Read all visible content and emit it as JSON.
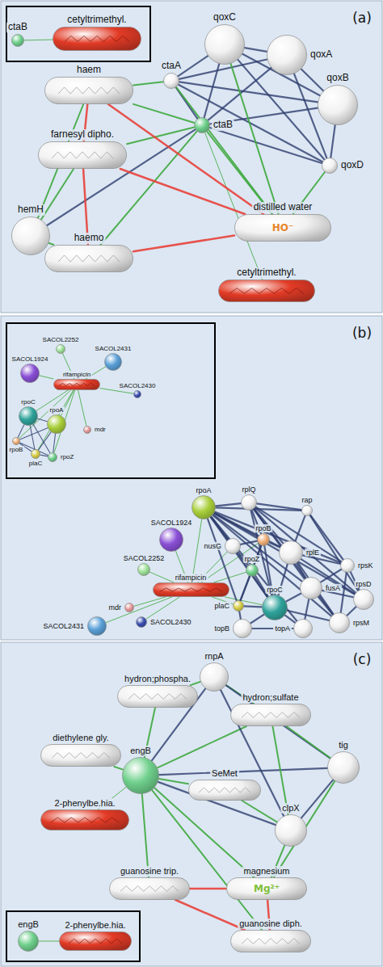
{
  "diagram": {
    "nodes": [
      {
        "text": [
          "ctaB"
        ]
      },
      {
        "text": [
          "cetyltrimethyl."
        ]
      },
      {
        "text": [
          "haem"
        ]
      },
      {
        "text": [
          "ctaA"
        ]
      },
      {
        "text": [
          "qoxC"
        ]
      },
      {
        "text": [
          "qoxA"
        ]
      },
      {
        "text": [
          "qoxB"
        ]
      },
      {
        "text": [
          "ctaB"
        ]
      },
      {
        "text": [
          "farnesyl dipho."
        ]
      },
      {
        "text": [
          "qoxD"
        ]
      },
      {
        "text": [
          "distilled water",
          "HO⁻"
        ]
      },
      {
        "text": [
          "hemH"
        ]
      },
      {
        "text": [
          "haemo"
        ]
      },
      {
        "text": [
          "cetyltrimethyl."
        ]
      },
      {
        "text": [
          "SACOL2252"
        ]
      },
      {
        "text": [
          "SACOL2431"
        ]
      },
      {
        "text": [
          "SACOL1924"
        ]
      },
      {
        "text": [
          "rifampicin"
        ]
      },
      {
        "text": [
          "SACOL2430"
        ]
      },
      {
        "text": [
          "rpoC"
        ]
      },
      {
        "text": [
          "rpoA"
        ]
      },
      {
        "text": [
          "mdr"
        ]
      },
      {
        "text": [
          "rpoB"
        ]
      },
      {
        "text": [
          "plaC"
        ]
      },
      {
        "text": [
          "rpoZ"
        ]
      },
      {
        "text": [
          "rpoA"
        ]
      },
      {
        "text": [
          "rplQ"
        ]
      },
      {
        "text": [
          "rap"
        ]
      },
      {
        "text": [
          "rplE"
        ]
      },
      {
        "text": [
          "nusG"
        ]
      },
      {
        "text": [
          "rpoB"
        ]
      },
      {
        "text": [
          "SACOL1924"
        ]
      },
      {
        "text": [
          "rpsK"
        ]
      },
      {
        "text": [
          "SACOL2252"
        ]
      },
      {
        "text": [
          "rpoZ"
        ]
      },
      {
        "text": [
          "fusA"
        ]
      },
      {
        "text": [
          "rpsD"
        ]
      },
      {
        "text": [
          "rifampicin"
        ]
      },
      {
        "text": [
          "mdr"
        ]
      },
      {
        "text": [
          "plaC"
        ]
      },
      {
        "text": [
          "rpsM"
        ]
      },
      {
        "text": [
          "rpoC"
        ]
      },
      {
        "text": [
          "SACOL2430"
        ]
      },
      {
        "text": [
          "topA"
        ]
      },
      {
        "text": [
          "topB"
        ]
      },
      {
        "text": [
          "SACOL2431"
        ]
      },
      {
        "text": [
          "hydron;phospha."
        ]
      },
      {
        "text": [
          "rnpA"
        ]
      },
      {
        "text": [
          "hydron;sulfate"
        ]
      },
      {
        "text": [
          "diethylene gly."
        ]
      },
      {
        "text": [
          "tig"
        ]
      },
      {
        "text": [
          "engB"
        ]
      },
      {
        "text": [
          "SeMet"
        ]
      },
      {
        "text": [
          "2-phenylbe.hia."
        ]
      },
      {
        "text": [
          "clpX"
        ]
      },
      {
        "text": [
          "guanosine trip."
        ]
      },
      {
        "text": [
          "magnesium",
          "Mg²⁺"
        ]
      },
      {
        "text": [
          "guanosine diph."
        ]
      },
      {
        "text": [
          "engB"
        ]
      },
      {
        "text": [
          "2-phenylbe.hia."
        ]
      }
    ],
    "edges": [
      {
        "from": 0,
        "to": 1,
        "arrow": "none"
      },
      {
        "from": 3,
        "to": 4,
        "arrow": "none"
      },
      {
        "from": 3,
        "to": 5,
        "arrow": "none"
      },
      {
        "from": 3,
        "to": 6,
        "arrow": "none"
      },
      {
        "from": 3,
        "to": 9,
        "arrow": "none"
      },
      {
        "from": 3,
        "to": 7,
        "arrow": "none"
      },
      {
        "from": 3,
        "to": 2,
        "arrow": "none"
      },
      {
        "from": 3,
        "to": 10,
        "arrow": "none"
      },
      {
        "from": 7,
        "to": 4,
        "arrow": "none"
      },
      {
        "from": 7,
        "to": 5,
        "arrow": "none"
      },
      {
        "from": 7,
        "to": 6,
        "arrow": "none"
      },
      {
        "from": 7,
        "to": 9,
        "arrow": "none"
      },
      {
        "from": 7,
        "to": 2,
        "arrow": "none"
      },
      {
        "from": 7,
        "to": 8,
        "arrow": "none"
      },
      {
        "from": 7,
        "to": 11,
        "arrow": "none"
      },
      {
        "from": 7,
        "to": 12,
        "arrow": "none"
      },
      {
        "from": 7,
        "to": 10,
        "arrow": "none"
      },
      {
        "from": 7,
        "to": 13,
        "arrow": "none"
      },
      {
        "from": 4,
        "to": 5,
        "arrow": "none"
      },
      {
        "from": 4,
        "to": 6,
        "arrow": "none"
      },
      {
        "from": 4,
        "to": 9,
        "arrow": "none"
      },
      {
        "from": 5,
        "to": 6,
        "arrow": "none"
      },
      {
        "from": 5,
        "to": 9,
        "arrow": "none"
      },
      {
        "from": 6,
        "to": 9,
        "arrow": "none"
      },
      {
        "from": 4,
        "to": 10,
        "arrow": "none"
      },
      {
        "from": 9,
        "to": 10,
        "arrow": "none"
      },
      {
        "from": 2,
        "to": 10,
        "arrow": "none"
      },
      {
        "from": 2,
        "to": 11,
        "arrow": "none"
      },
      {
        "from": 2,
        "to": 8,
        "arrow": "none"
      },
      {
        "from": 8,
        "to": 10,
        "arrow": "none"
      },
      {
        "from": 12,
        "to": 10,
        "arrow": "none"
      },
      {
        "from": 11,
        "to": 12,
        "arrow": "none"
      },
      {
        "from": 11,
        "to": 8,
        "arrow": "none"
      },
      {
        "from": 12,
        "to": 8,
        "arrow": "none"
      },
      {
        "from": 17,
        "to": 14,
        "arrow": "none"
      },
      {
        "from": 17,
        "to": 15,
        "arrow": "none"
      },
      {
        "from": 17,
        "to": 16,
        "arrow": "none"
      },
      {
        "from": 17,
        "to": 18,
        "arrow": "none"
      },
      {
        "from": 17,
        "to": 19,
        "arrow": "none"
      },
      {
        "from": 17,
        "to": 20,
        "arrow": "none"
      },
      {
        "from": 17,
        "to": 21,
        "arrow": "none"
      },
      {
        "from": 17,
        "to": 22,
        "arrow": "none"
      },
      {
        "from": 17,
        "to": 23,
        "arrow": "none"
      },
      {
        "from": 17,
        "to": 24,
        "arrow": "none"
      },
      {
        "from": 19,
        "to": 20,
        "arrow": "none"
      },
      {
        "from": 19,
        "to": 22,
        "arrow": "none"
      },
      {
        "from": 19,
        "to": 23,
        "arrow": "none"
      },
      {
        "from": 19,
        "to": 24,
        "arrow": "none"
      },
      {
        "from": 20,
        "to": 22,
        "arrow": "none"
      },
      {
        "from": 20,
        "to": 23,
        "arrow": "none"
      },
      {
        "from": 20,
        "to": 24,
        "arrow": "none"
      },
      {
        "from": 22,
        "to": 23,
        "arrow": "none"
      },
      {
        "from": 22,
        "to": 24,
        "arrow": "none"
      },
      {
        "from": 23,
        "to": 24,
        "arrow": "none"
      },
      {
        "from": 37,
        "to": 31,
        "arrow": "none"
      },
      {
        "from": 37,
        "to": 33,
        "arrow": "none"
      },
      {
        "from": 37,
        "to": 38,
        "arrow": "none"
      },
      {
        "from": 37,
        "to": 42,
        "arrow": "none"
      },
      {
        "from": 37,
        "to": 45,
        "arrow": "none"
      },
      {
        "from": 37,
        "to": 39,
        "arrow": "none"
      },
      {
        "from": 37,
        "to": 34,
        "arrow": "none"
      },
      {
        "from": 37,
        "to": 41,
        "arrow": "none"
      },
      {
        "from": 37,
        "to": 30,
        "arrow": "none"
      },
      {
        "from": 37,
        "to": 25,
        "arrow": "none"
      },
      {
        "from": 37,
        "to": 29,
        "arrow": "none"
      },
      {
        "from": 25,
        "to": 26,
        "arrow": "none"
      },
      {
        "from": 25,
        "to": 29,
        "arrow": "none"
      },
      {
        "from": 25,
        "to": 30,
        "arrow": "none"
      },
      {
        "from": 25,
        "to": 28,
        "arrow": "none"
      },
      {
        "from": 25,
        "to": 34,
        "arrow": "none"
      },
      {
        "from": 25,
        "to": 41,
        "arrow": "none"
      },
      {
        "from": 25,
        "to": 39,
        "arrow": "none"
      },
      {
        "from": 25,
        "to": 27,
        "arrow": "none"
      },
      {
        "from": 25,
        "to": 32,
        "arrow": "none"
      },
      {
        "from": 25,
        "to": 35,
        "arrow": "none"
      },
      {
        "from": 25,
        "to": 36,
        "arrow": "none"
      },
      {
        "from": 25,
        "to": 40,
        "arrow": "none"
      },
      {
        "from": 25,
        "to": 43,
        "arrow": "none"
      },
      {
        "from": 26,
        "to": 28,
        "arrow": "none"
      },
      {
        "from": 26,
        "to": 27,
        "arrow": "none"
      },
      {
        "from": 26,
        "to": 32,
        "arrow": "none"
      },
      {
        "from": 26,
        "to": 35,
        "arrow": "none"
      },
      {
        "from": 26,
        "to": 36,
        "arrow": "none"
      },
      {
        "from": 26,
        "to": 40,
        "arrow": "none"
      },
      {
        "from": 26,
        "to": 30,
        "arrow": "none"
      },
      {
        "from": 26,
        "to": 41,
        "arrow": "none"
      },
      {
        "from": 27,
        "to": 28,
        "arrow": "none"
      },
      {
        "from": 27,
        "to": 32,
        "arrow": "none"
      },
      {
        "from": 27,
        "to": 36,
        "arrow": "none"
      },
      {
        "from": 28,
        "to": 32,
        "arrow": "none"
      },
      {
        "from": 28,
        "to": 35,
        "arrow": "none"
      },
      {
        "from": 28,
        "to": 36,
        "arrow": "none"
      },
      {
        "from": 28,
        "to": 40,
        "arrow": "none"
      },
      {
        "from": 28,
        "to": 41,
        "arrow": "none"
      },
      {
        "from": 28,
        "to": 30,
        "arrow": "none"
      },
      {
        "from": 32,
        "to": 36,
        "arrow": "none"
      },
      {
        "from": 32,
        "to": 35,
        "arrow": "none"
      },
      {
        "from": 32,
        "to": 40,
        "arrow": "none"
      },
      {
        "from": 35,
        "to": 36,
        "arrow": "none"
      },
      {
        "from": 35,
        "to": 40,
        "arrow": "none"
      },
      {
        "from": 35,
        "to": 41,
        "arrow": "none"
      },
      {
        "from": 36,
        "to": 40,
        "arrow": "none"
      },
      {
        "from": 30,
        "to": 41,
        "arrow": "none"
      },
      {
        "from": 30,
        "to": 34,
        "arrow": "none"
      },
      {
        "from": 30,
        "to": 29,
        "arrow": "none"
      },
      {
        "from": 30,
        "to": 39,
        "arrow": "none"
      },
      {
        "from": 41,
        "to": 34,
        "arrow": "none"
      },
      {
        "from": 41,
        "to": 39,
        "arrow": "none"
      },
      {
        "from": 41,
        "to": 43,
        "arrow": "none"
      },
      {
        "from": 41,
        "to": 44,
        "arrow": "none"
      },
      {
        "from": 41,
        "to": 40,
        "arrow": "none"
      },
      {
        "from": 29,
        "to": 41,
        "arrow": "none"
      },
      {
        "from": 34,
        "to": 39,
        "arrow": "none"
      },
      {
        "from": 43,
        "to": 44,
        "arrow": "none"
      },
      {
        "from": 44,
        "to": 39,
        "arrow": "none"
      },
      {
        "from": 43,
        "to": 35,
        "arrow": "none"
      },
      {
        "from": 51,
        "to": 46,
        "arrow": "none"
      },
      {
        "from": 51,
        "to": 49,
        "arrow": "none"
      },
      {
        "from": 51,
        "to": 53,
        "arrow": "none"
      },
      {
        "from": 51,
        "to": 47,
        "arrow": "none"
      },
      {
        "from": 51,
        "to": 52,
        "arrow": "none"
      },
      {
        "from": 51,
        "to": 54,
        "arrow": "none"
      },
      {
        "from": 51,
        "to": 55,
        "arrow": "none"
      },
      {
        "from": 51,
        "to": 56,
        "arrow": "none"
      },
      {
        "from": 51,
        "to": 57,
        "arrow": "none"
      },
      {
        "from": 51,
        "to": 48,
        "arrow": "none"
      },
      {
        "from": 51,
        "to": 50,
        "arrow": "none"
      },
      {
        "from": 47,
        "to": 46,
        "arrow": "none"
      },
      {
        "from": 47,
        "to": 48,
        "arrow": "none"
      },
      {
        "from": 47,
        "to": 50,
        "arrow": "none"
      },
      {
        "from": 47,
        "to": 54,
        "arrow": "none"
      },
      {
        "from": 48,
        "to": 50,
        "arrow": "none"
      },
      {
        "from": 50,
        "to": 54,
        "arrow": "none"
      },
      {
        "from": 50,
        "to": 56,
        "arrow": "none"
      },
      {
        "from": 52,
        "to": 54,
        "arrow": "none"
      },
      {
        "from": 54,
        "to": 56,
        "arrow": "none"
      },
      {
        "from": 55,
        "to": 56,
        "arrow": "none"
      },
      {
        "from": 55,
        "to": 57,
        "arrow": "none"
      },
      {
        "from": 56,
        "to": 57,
        "arrow": "none"
      },
      {
        "from": 48,
        "to": 54,
        "arrow": "none"
      },
      {
        "from": 58,
        "to": 59,
        "arrow": "none"
      }
    ],
    "labels": [
      "(a)",
      "(b)",
      "(c)"
    ]
  }
}
